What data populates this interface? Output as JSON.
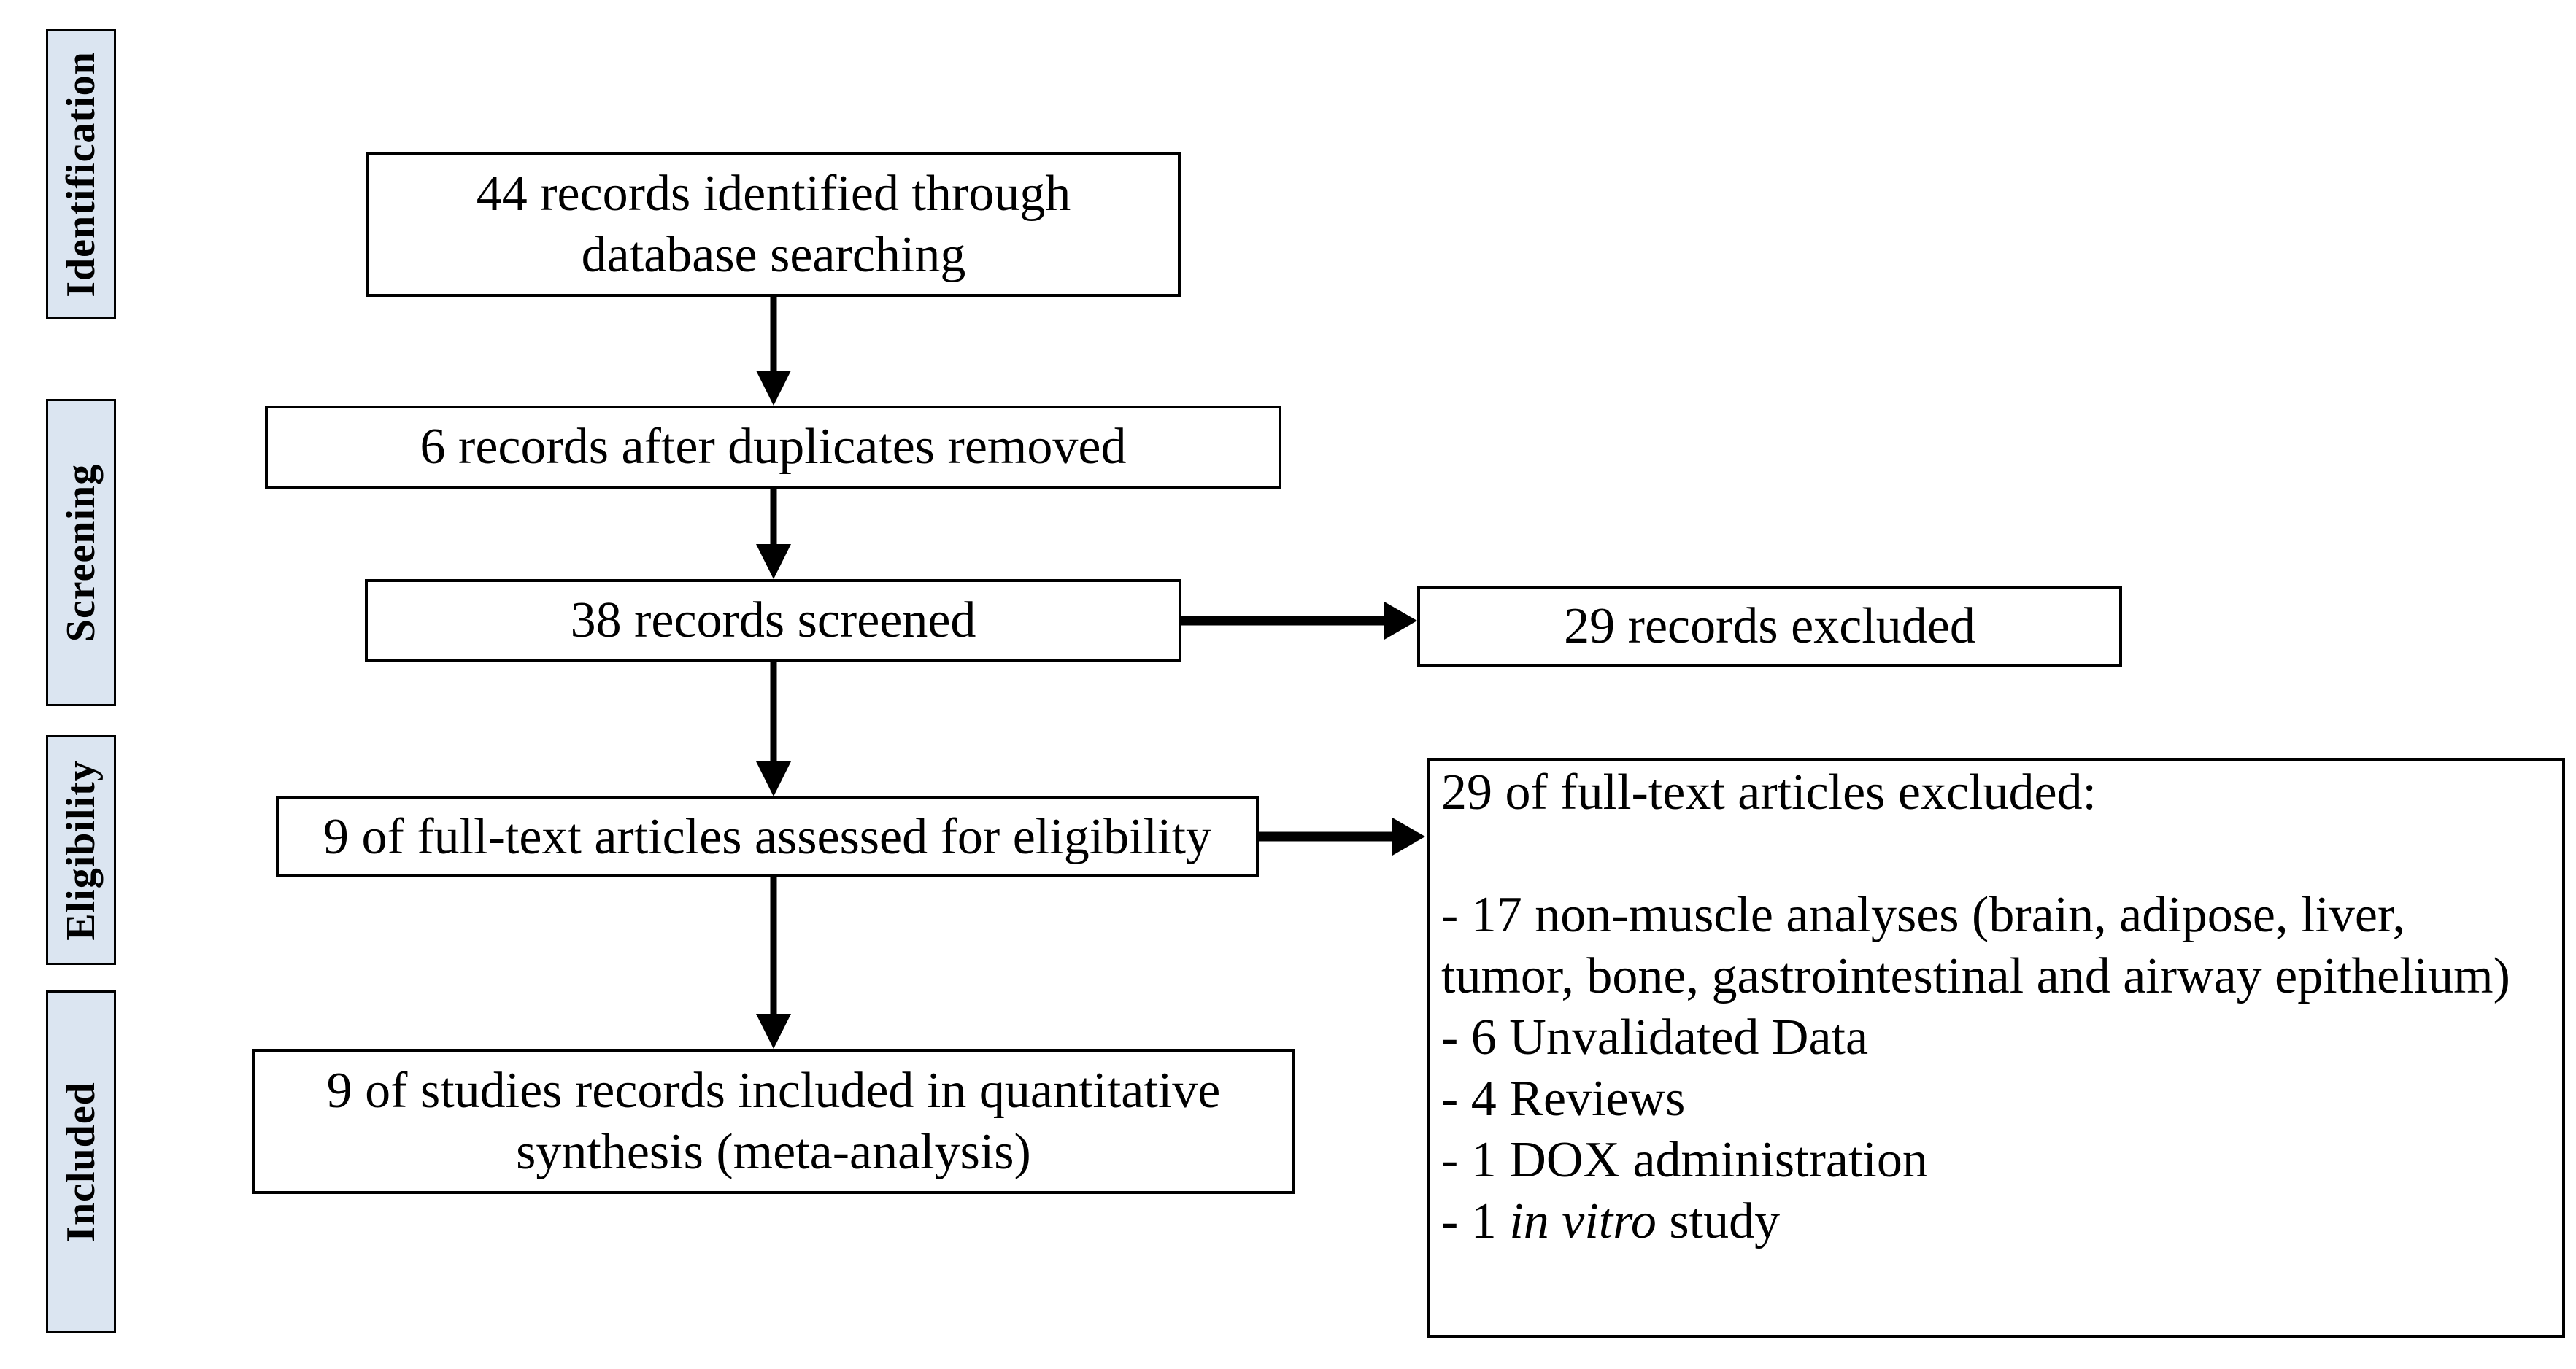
{
  "stages": [
    "Identification",
    "Screening",
    "Eligibility",
    "Included"
  ],
  "boxes": {
    "identified": "44 records identified through database searching",
    "duplicates_removed": "6 records after duplicates removed",
    "screened": "38 records screened",
    "records_excluded": "29 records excluded",
    "fulltext_assessed": "9 of full-text articles assessed for eligibility",
    "included_quantitative": "9 of studies records included in quantitative synthesis (meta-analysis)"
  },
  "exclusion_detail": {
    "title": "29 of full-text articles excluded:",
    "lines": [
      "- 17 non-muscle analyses (brain, adipose, liver,",
      "tumor, bone, gastrointestinal and airway epithelium)",
      "- 6 Unvalidated Data",
      "- 4 Reviews",
      "- 1 DOX administration"
    ],
    "in_vitro_line": {
      "prefix": "- 1 ",
      "italic": "in vitro",
      "suffix": " study"
    }
  },
  "colors": {
    "stage_fill": "#dbe5f1",
    "box_border": "#000000",
    "background": "#ffffff"
  }
}
